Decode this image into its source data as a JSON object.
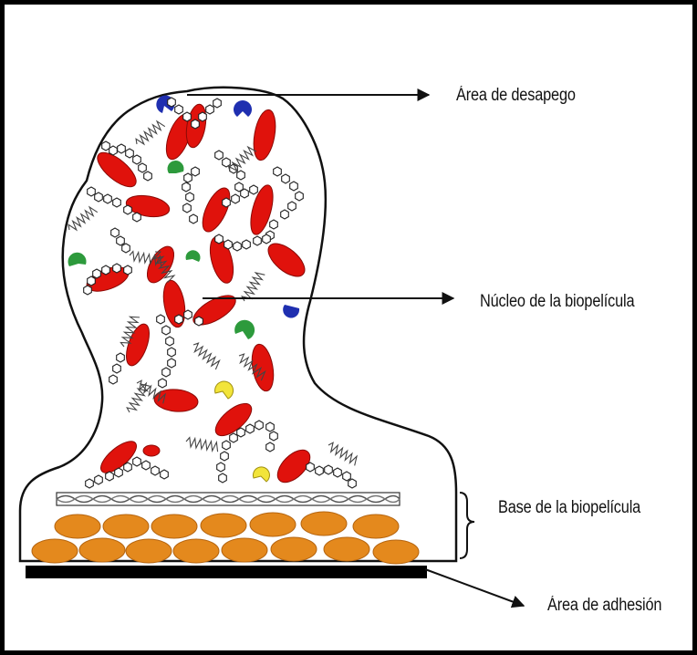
{
  "labels": {
    "detachment_area": "Área de desapego",
    "biofilm_core": "Núcleo de la biopelícula",
    "biofilm_base": "Base de la biopelícula",
    "adhesion_area": "Área de adhesión"
  },
  "colors": {
    "frame": "#000000",
    "outline": "#111111",
    "red_cell": "#e0120c",
    "orange_cell": "#e4891d",
    "blue_cell": "#1f2fb0",
    "green_cell": "#2d9a3c",
    "yellow_cell": "#f2e43a",
    "substrate": "#000000"
  },
  "icons": [
    "arrow-icon",
    "bracket-icon"
  ]
}
